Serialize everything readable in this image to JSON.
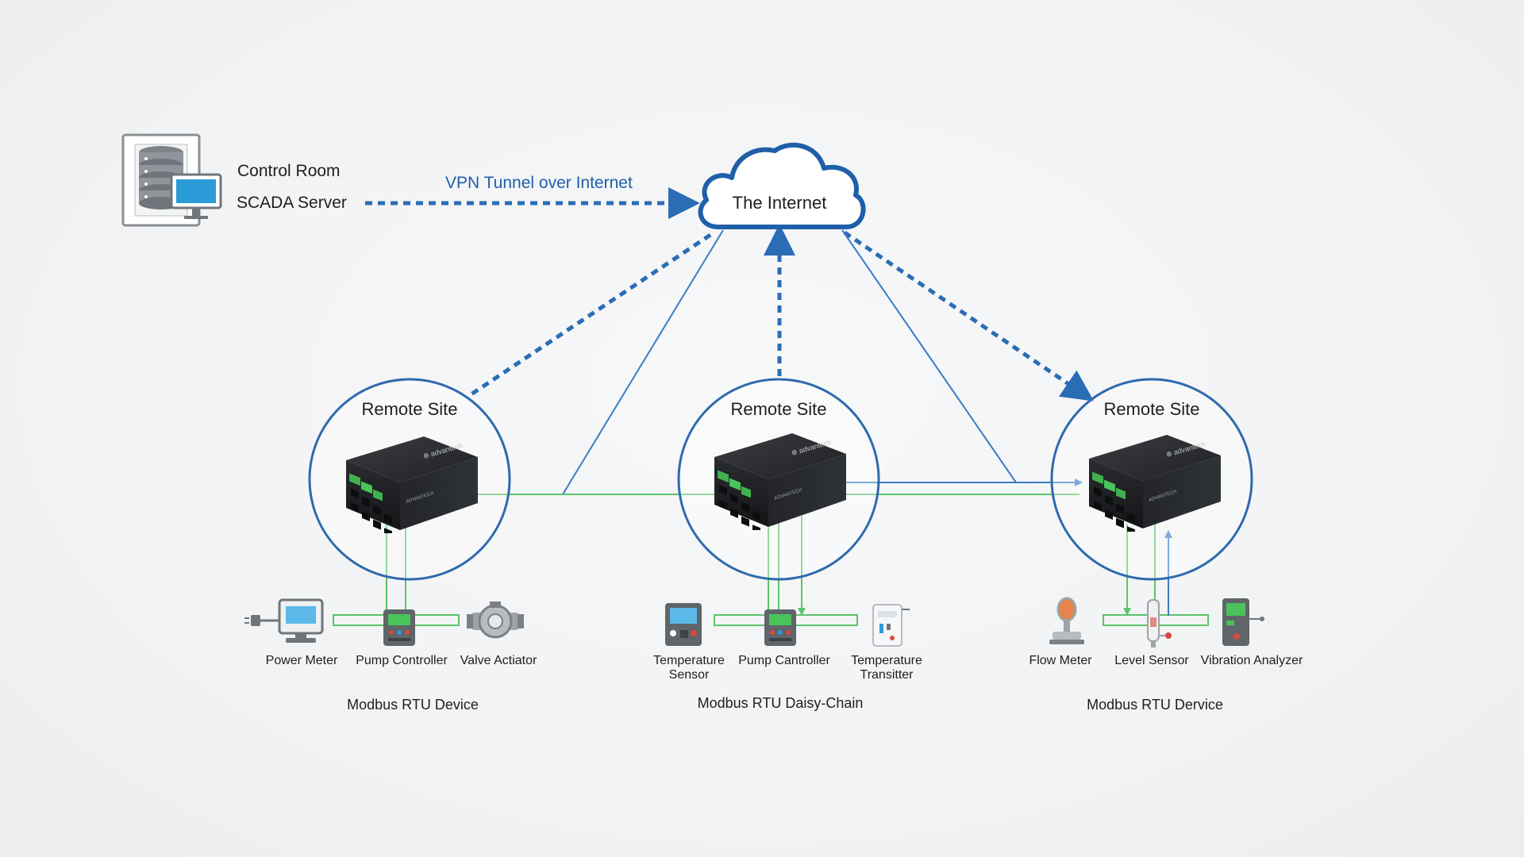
{
  "colors": {
    "link_blue": "#2a6db5",
    "circle_blue": "#2e6aad",
    "bus_green": "#5cc46a",
    "vpn_text": "#1f5fa8",
    "text": "#1e1e1e"
  },
  "control_room": {
    "icon": "server-rack-with-monitor-icon",
    "title": "Control Room",
    "subtitle": "SCADA Server"
  },
  "vpn_label": "VPN Tunnel over Internet",
  "internet": {
    "icon": "cloud-icon",
    "label": "The Internet"
  },
  "sites": [
    {
      "title": "Remote Site",
      "device_icon": "industrial-router-icon",
      "group_label": "Modbus RTU Device",
      "devices": [
        {
          "label": "Power Meter",
          "icon": "power-meter-icon"
        },
        {
          "label": "Pump Controller",
          "icon": "pump-controller-icon"
        },
        {
          "label": "Valve Actiator",
          "icon": "valve-actuator-icon"
        }
      ]
    },
    {
      "title": "Remote Site",
      "device_icon": "industrial-router-icon",
      "group_label": "Modbus RTU Daisy-Chain",
      "devices": [
        {
          "label": "Temperature\nSensor",
          "icon": "temperature-sensor-icon"
        },
        {
          "label": "Pump Cantroller",
          "icon": "pump-controller-icon"
        },
        {
          "label": "Temperature\nTransitter",
          "icon": "temperature-transmitter-icon"
        }
      ]
    },
    {
      "title": "Remote Site",
      "device_icon": "industrial-router-icon",
      "group_label": "Modbus RTU Dervice",
      "devices": [
        {
          "label": "Flow Meter",
          "icon": "flow-meter-icon"
        },
        {
          "label": "Level Sensor",
          "icon": "level-sensor-icon"
        },
        {
          "label": "Vibration Analyzer",
          "icon": "vibration-analyzer-icon"
        }
      ]
    }
  ]
}
